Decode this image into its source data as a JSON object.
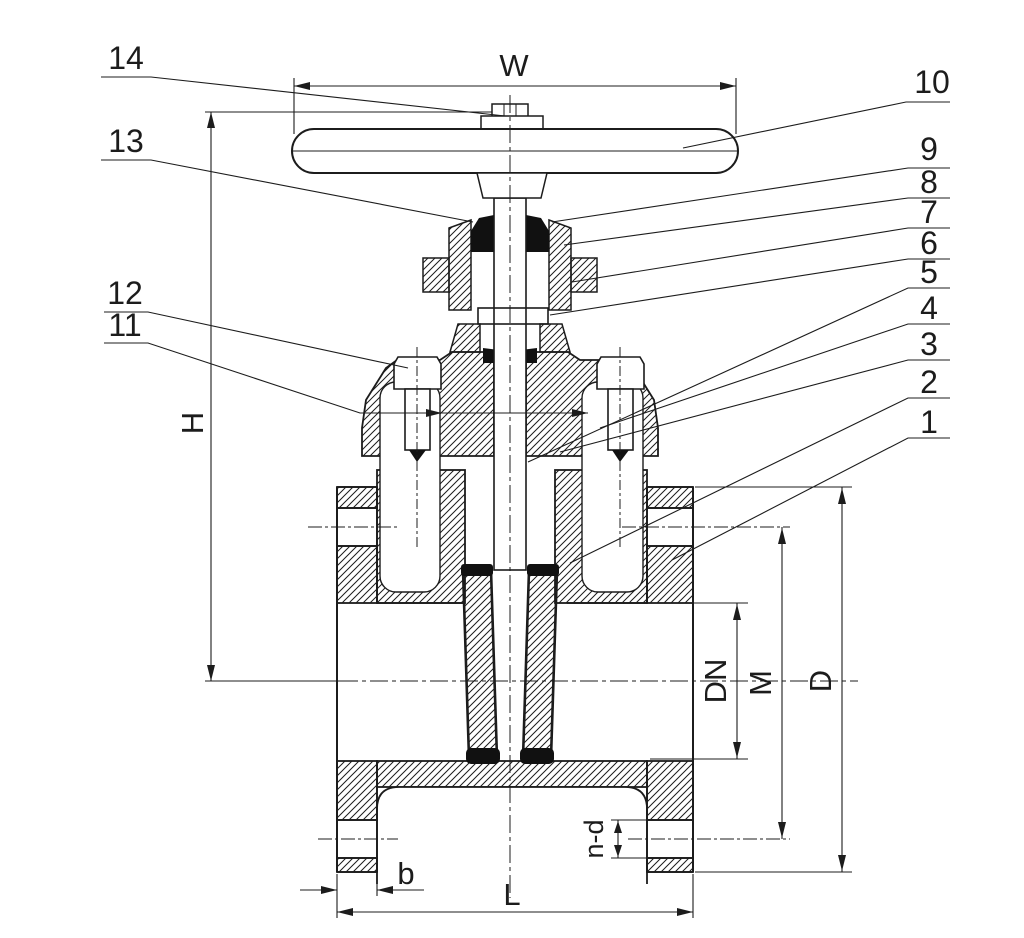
{
  "drawing": {
    "kind": "gate-valve-cross-section-technical-drawing"
  },
  "parts": {
    "1": "1",
    "2": "2",
    "3": "3",
    "4": "4",
    "5": "5",
    "6": "6",
    "7": "7",
    "8": "8",
    "9": "9",
    "10": "10",
    "11": "11",
    "12": "12",
    "13": "13",
    "14": "14"
  },
  "dims": {
    "W": "W",
    "H": "H",
    "DN": "DN",
    "M": "M",
    "D": "D",
    "n_d": "n-d",
    "b": "b",
    "L": "L"
  },
  "colors": {
    "ink": "#1c1c1c",
    "paper": "#ffffff"
  }
}
